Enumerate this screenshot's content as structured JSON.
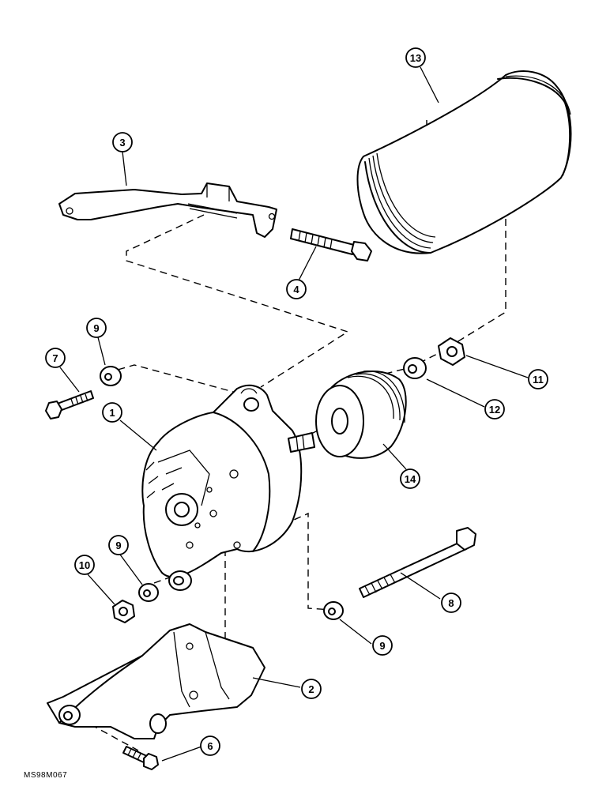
{
  "diagram": {
    "callouts": [
      {
        "id": "c13",
        "label": "13"
      },
      {
        "id": "c3",
        "label": "3"
      },
      {
        "id": "c4",
        "label": "4"
      },
      {
        "id": "c9a",
        "label": "9"
      },
      {
        "id": "c7",
        "label": "7"
      },
      {
        "id": "c11",
        "label": "11"
      },
      {
        "id": "c12",
        "label": "12"
      },
      {
        "id": "c1",
        "label": "1"
      },
      {
        "id": "c14",
        "label": "14"
      },
      {
        "id": "c9b",
        "label": "9"
      },
      {
        "id": "c10",
        "label": "10"
      },
      {
        "id": "c8",
        "label": "8"
      },
      {
        "id": "c9c",
        "label": "9"
      },
      {
        "id": "c2",
        "label": "2"
      },
      {
        "id": "c6",
        "label": "6"
      }
    ],
    "figure_code": "MS98M067"
  }
}
